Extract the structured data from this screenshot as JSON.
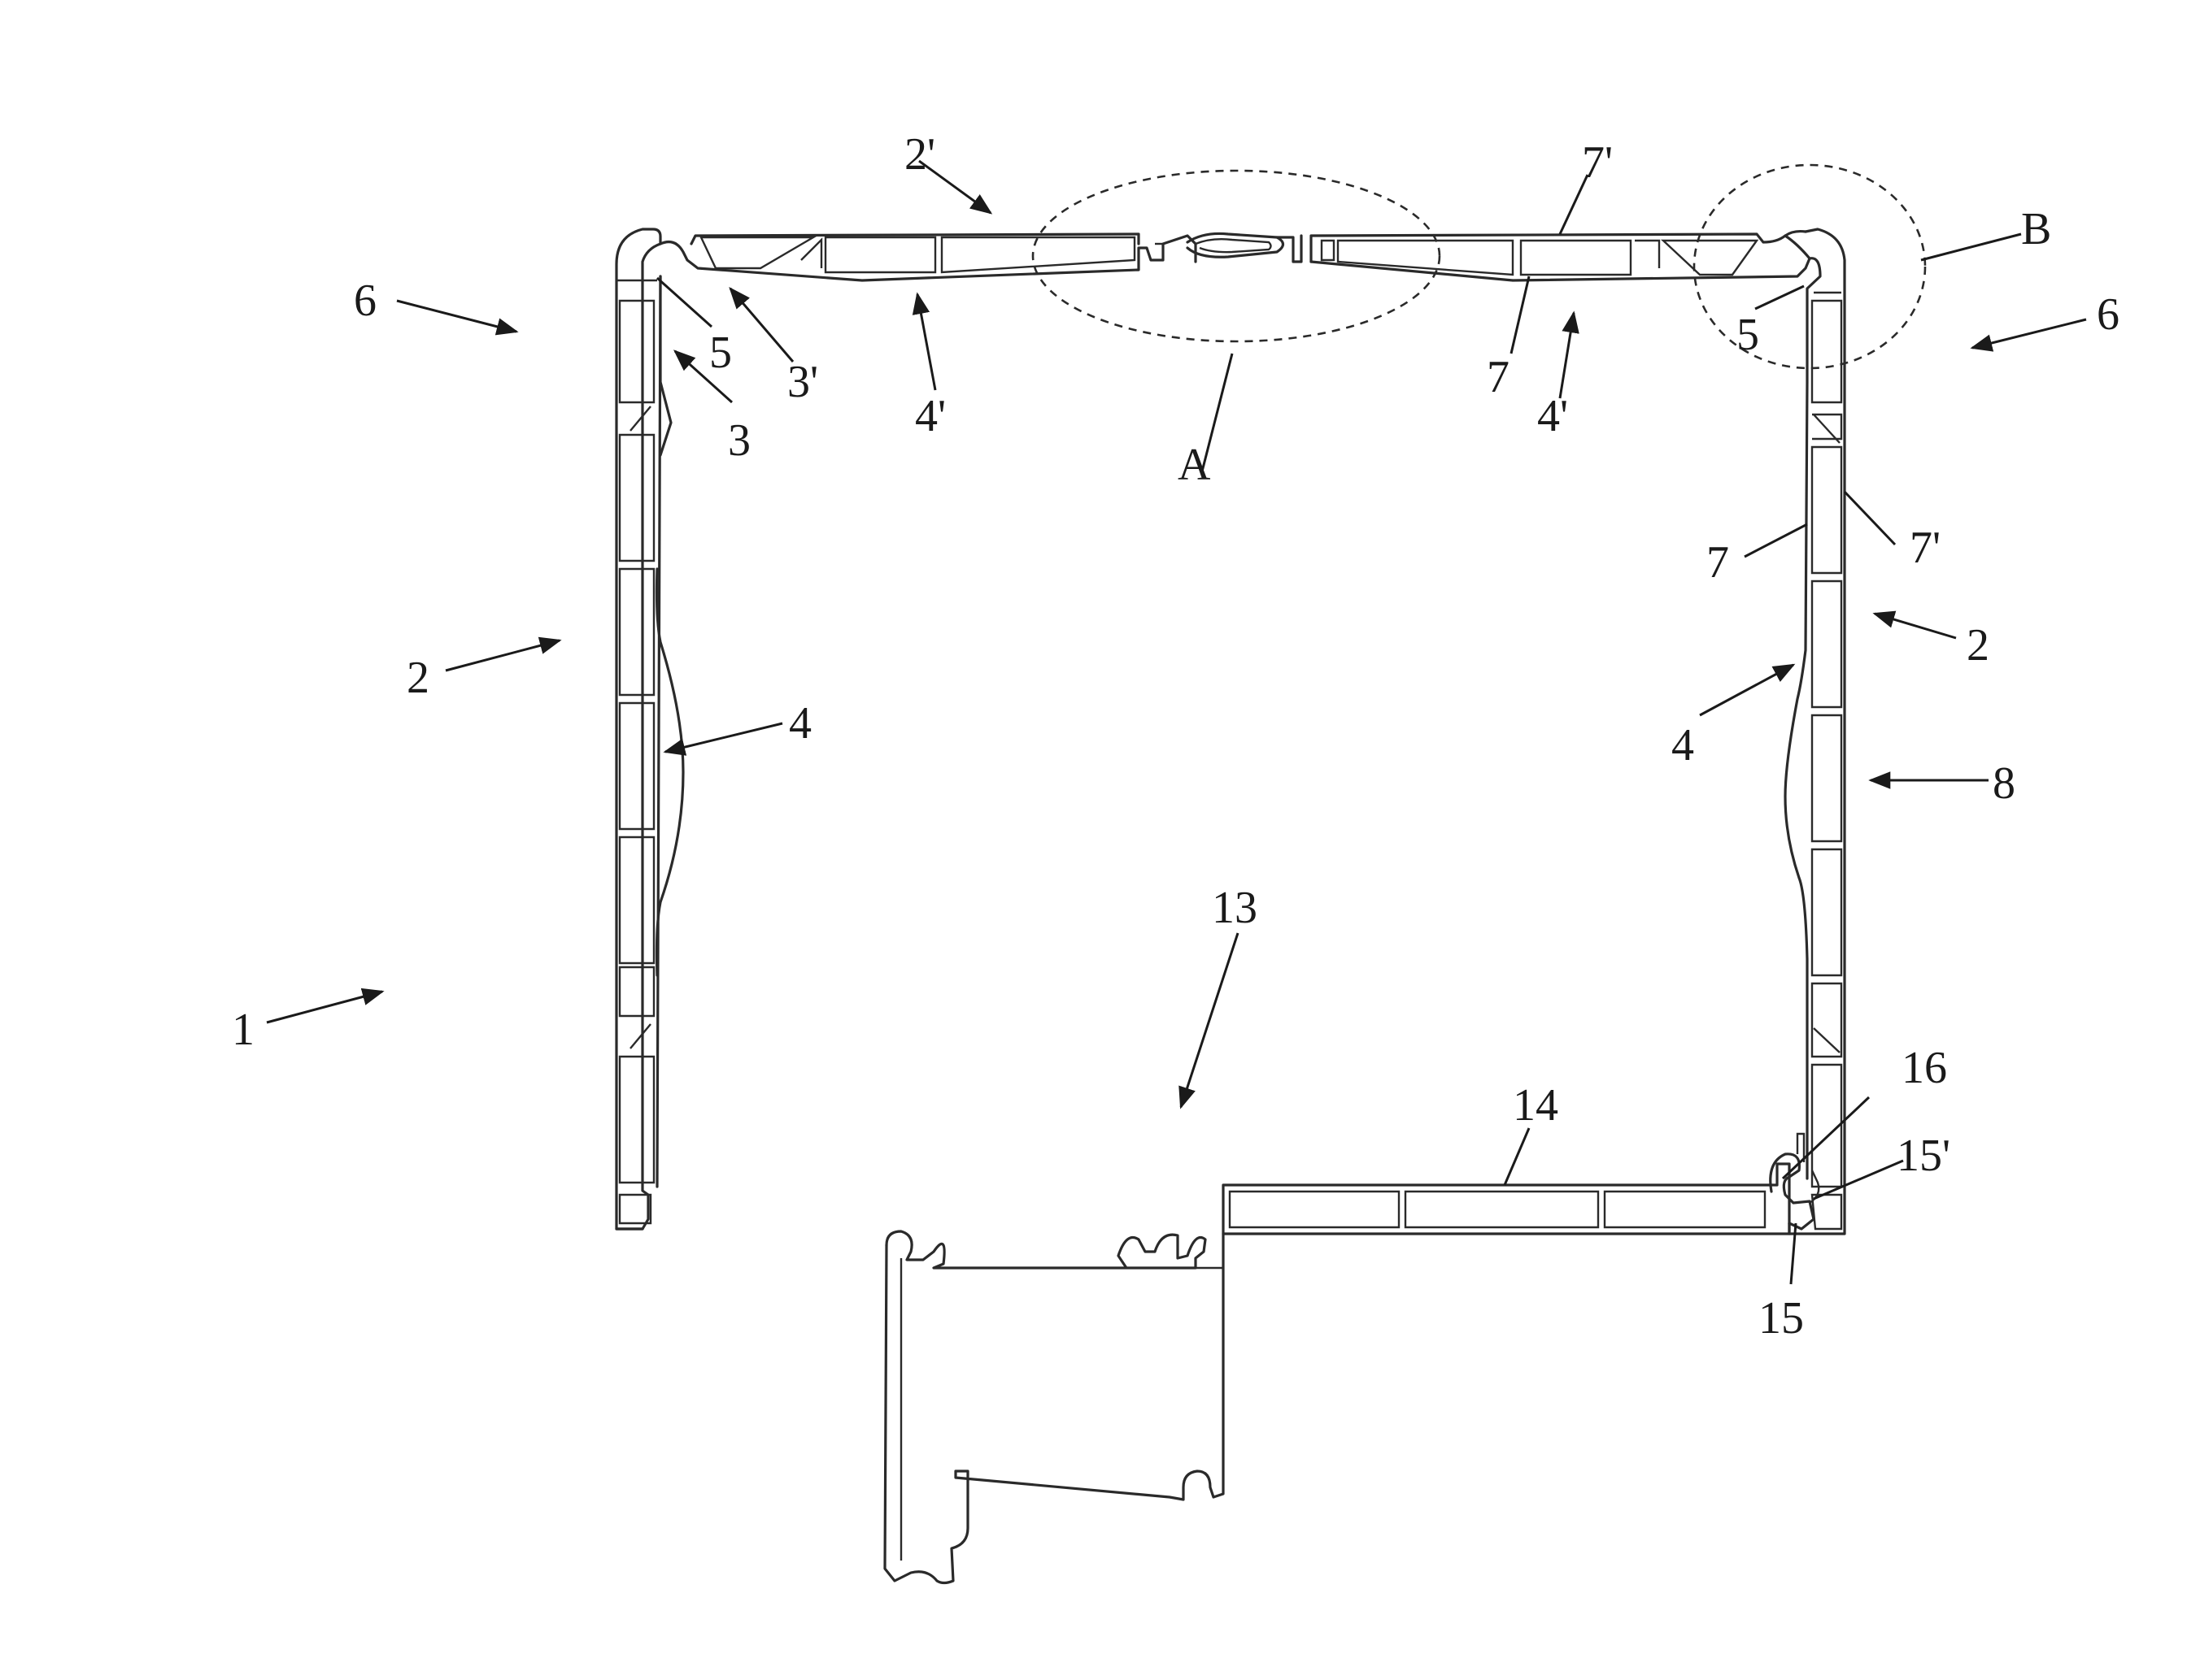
{
  "labels": {
    "l1": "1",
    "l2_left": "2",
    "l2_right": "2",
    "l2p": "2'",
    "l3": "3",
    "l3p": "3'",
    "l4_left": "4",
    "l4_right": "4",
    "l4p_left": "4'",
    "l4p_right": "4'",
    "l5_left": "5",
    "l5_right": "5",
    "l6_left": "6",
    "l6_right": "6",
    "l7_top": "7",
    "l7_right": "7",
    "l7p_top": "7'",
    "l7p_right": "7'",
    "l8": "8",
    "l13": "13",
    "l14": "14",
    "l15": "15",
    "l15p": "15'",
    "l16": "16",
    "lA": "A",
    "lB": "B"
  },
  "colors": {
    "line": "#2a2a2a",
    "background": "#ffffff"
  }
}
